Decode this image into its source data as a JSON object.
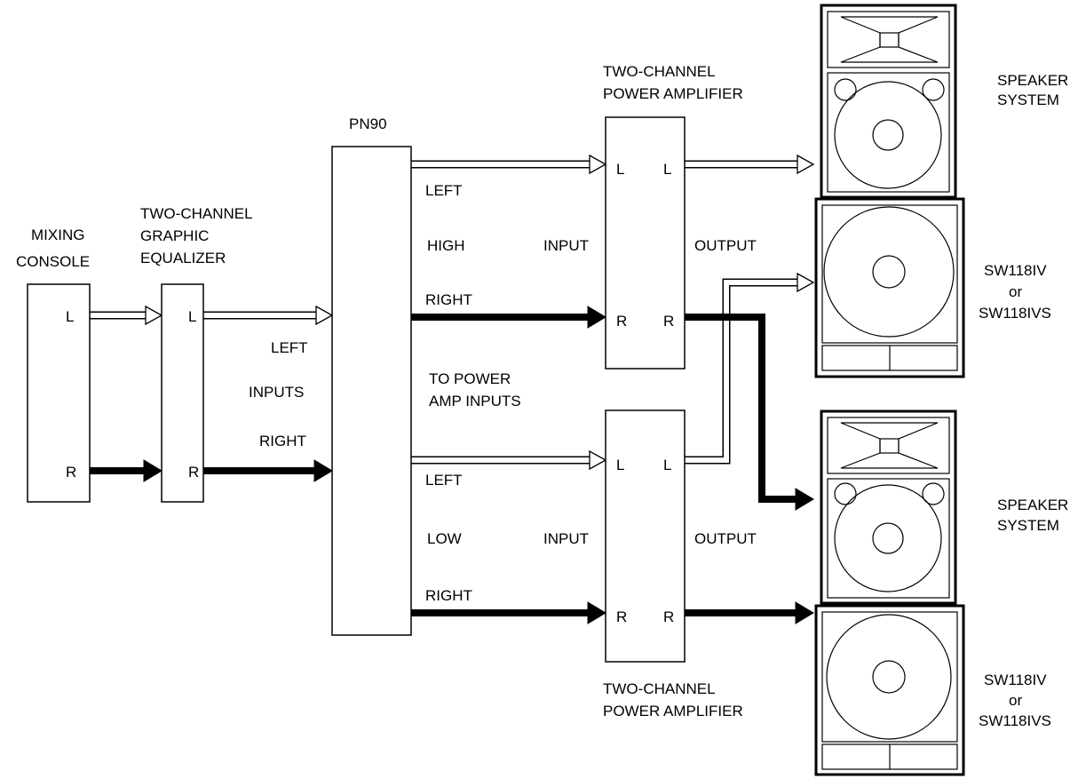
{
  "colors": {
    "line": "#000000",
    "background": "#ffffff"
  },
  "mixer": {
    "title_line1": "MIXING",
    "title_line2": "CONSOLE",
    "port_l": "L",
    "port_r": "R"
  },
  "eq": {
    "title_line1": "TWO-CHANNEL",
    "title_line2": "GRAPHIC",
    "title_line3": "EQUALIZER",
    "port_l": "L",
    "port_r": "R"
  },
  "pn90": {
    "title": "PN90",
    "input_left": "LEFT",
    "inputs_label": "INPUTS",
    "input_right": "RIGHT",
    "high_left": "LEFT",
    "high_label": "HIGH",
    "high_right": "RIGHT",
    "to_amps_line1": "TO POWER",
    "to_amps_line2": "AMP INPUTS",
    "low_left": "LEFT",
    "low_label": "LOW",
    "low_right": "RIGHT"
  },
  "amp_high": {
    "title_line1": "TWO-CHANNEL",
    "title_line2": "POWER AMPLIFIER",
    "input_label": "INPUT",
    "output_label": "OUTPUT",
    "in_l": "L",
    "out_l": "L",
    "in_r": "R",
    "out_r": "R"
  },
  "amp_low": {
    "title_line1": "TWO-CHANNEL",
    "title_line2": "POWER AMPLIFIER",
    "input_label": "INPUT",
    "output_label": "OUTPUT",
    "in_l": "L",
    "out_l": "L",
    "in_r": "R",
    "out_r": "R"
  },
  "speaker_top": {
    "label_line1": "SPEAKER",
    "label_line2": "SYSTEM"
  },
  "sub_top": {
    "label_line1": "SW118IV",
    "label_line2": "or",
    "label_line3": "SW118IVS"
  },
  "speaker_bottom": {
    "label_line1": "SPEAKER",
    "label_line2": "SYSTEM"
  },
  "sub_bottom": {
    "label_line1": "SW118IV",
    "label_line2": "or",
    "label_line3": "SW118IVS"
  }
}
